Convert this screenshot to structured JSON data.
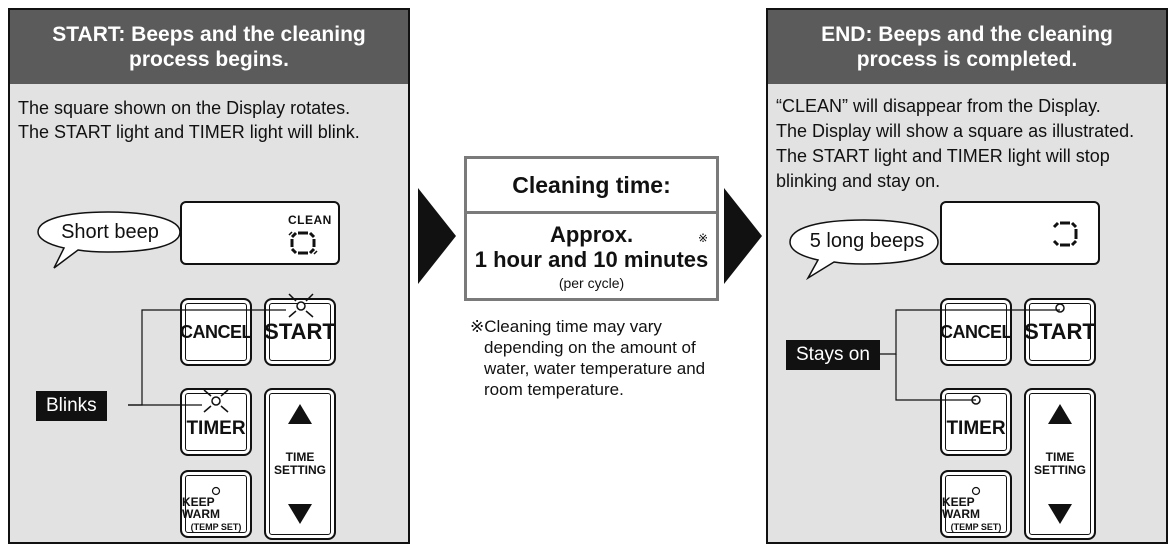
{
  "start_panel": {
    "title_line1": "START: Beeps and the cleaning",
    "title_line2": "process begins.",
    "desc_line1": "The square shown on the Display rotates.",
    "desc_line2": "The START light and TIMER light will blink.",
    "bubble": "Short beep",
    "callout": "Blinks",
    "display_clean": "CLEAN"
  },
  "end_panel": {
    "title_line1": "END: Beeps and the cleaning",
    "title_line2": "process is completed.",
    "desc_line1": "“CLEAN” will disappear from the Display.",
    "desc_line2": "The Display will show a square as illustrated.",
    "desc_line3": "The START light and TIMER light will stop",
    "desc_line4": "blinking and stay on.",
    "bubble": "5 long beeps",
    "callout": "Stays on"
  },
  "keys": {
    "cancel": "CANCEL",
    "start": "START",
    "timer": "TIMER",
    "keep_warm": "KEEP WARM",
    "temp_set": "(TEMP SET)",
    "time": "TIME",
    "setting": "SETTING"
  },
  "cleaning_time": {
    "heading": "Cleaning time:",
    "approx": "Approx.",
    "duration": "1 hour and 10 minutes",
    "mark": "※",
    "per_cycle": "(per cycle)",
    "note_line1": "※Cleaning time may vary",
    "note_line2": "depending on the amount of",
    "note_line3": "water, water temperature and",
    "note_line4": "room temperature."
  },
  "colors": {
    "panel_bg": "#e2e2e2",
    "panel_header": "#5b5b5b",
    "center_border": "#7a7a7a"
  }
}
